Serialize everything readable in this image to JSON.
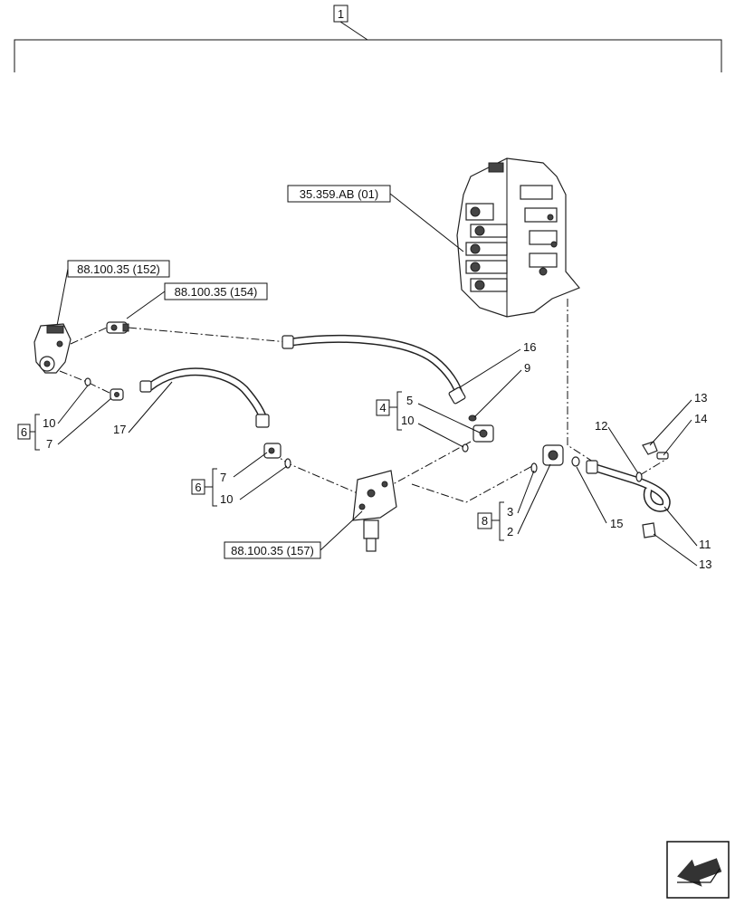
{
  "top_callout": "1",
  "refs": {
    "control_valve": "35.359.AB (01)",
    "ref_152": "88.100.35 (152)",
    "ref_154": "88.100.35 (154)",
    "ref_157": "88.100.35 (157)"
  },
  "groups": {
    "left_group": {
      "box": "6",
      "items": [
        "10",
        "7"
      ]
    },
    "mid_group": {
      "box": "6",
      "items": [
        "7",
        "10"
      ]
    },
    "four_group": {
      "box": "4",
      "items": [
        "5",
        "10"
      ]
    },
    "eight_group": {
      "box": "8",
      "items": [
        "3",
        "2"
      ]
    }
  },
  "labels": {
    "p17": "17",
    "p16": "16",
    "p9": "9",
    "p12": "12",
    "p13_top": "13",
    "p14": "14",
    "p15": "15",
    "p11": "11",
    "p13_bottom": "13"
  },
  "nav_icon": "next-page-arrow-icon"
}
